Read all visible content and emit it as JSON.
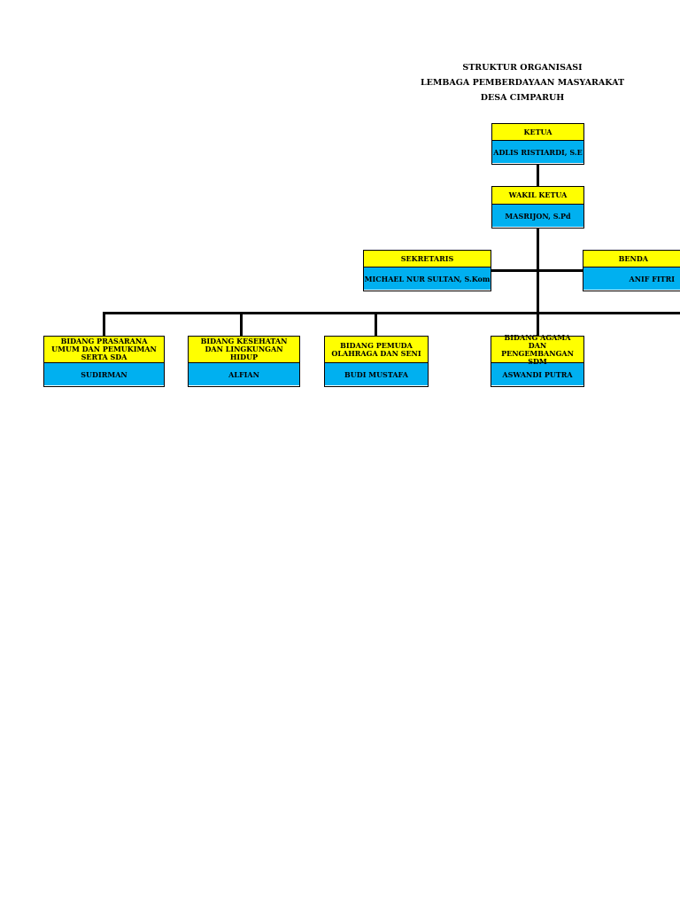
{
  "header": {
    "line1": "STRUKTUR ORGANISASI",
    "line2": "LEMBAGA PEMBERDAYAAN MASYARAKAT",
    "line3": "DESA CIMPARUH"
  },
  "ketua": {
    "role": "KETUA",
    "name": "ADLIS RISTIARDI, S.E"
  },
  "wakil": {
    "role": "WAKIL KETUA",
    "name": "MASRIJON, S.Pd"
  },
  "sekretaris": {
    "role": "SEKRETARIS",
    "name": "MICHAEL NUR SULTAN, S.Kom"
  },
  "bendahara": {
    "role": "BENDA",
    "name": "ANIF FITRI"
  },
  "bidang": [
    {
      "role": "BIDANG PRASARANA UMUM DAN PEMUKIMAN SERTA SDA",
      "name": "SUDIRMAN"
    },
    {
      "role": "BIDANG KESEHATAN DAN LINGKUNGAN HIDUP",
      "name": "ALFIAN"
    },
    {
      "role": "BIDANG PEMUDA OLAHRAGA DAN SENI",
      "name": "BUDI MUSTAFA"
    },
    {
      "role": "BIDANG AGAMA DAN PENGEMBANGAN SDM",
      "name": "ASWANDI PUTRA"
    }
  ]
}
